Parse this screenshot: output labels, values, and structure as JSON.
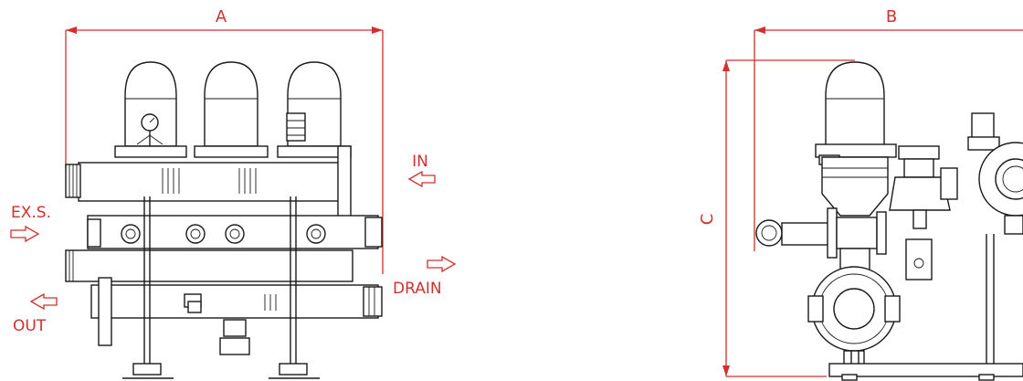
{
  "dimensions": {
    "width_label": "A",
    "depth_label": "B",
    "height_label": "C"
  },
  "flows": {
    "inlet": "IN",
    "exhaust": "EX.S.",
    "drain": "DRAIN",
    "outlet": "OUT"
  },
  "colors": {
    "dimension_ink": "#d0312d",
    "drawing_ink": "#1a1a1a",
    "background": "#ffffff"
  },
  "views": {
    "front": {
      "filter_count": 3
    },
    "side": {
      "filter_count": 1
    }
  }
}
